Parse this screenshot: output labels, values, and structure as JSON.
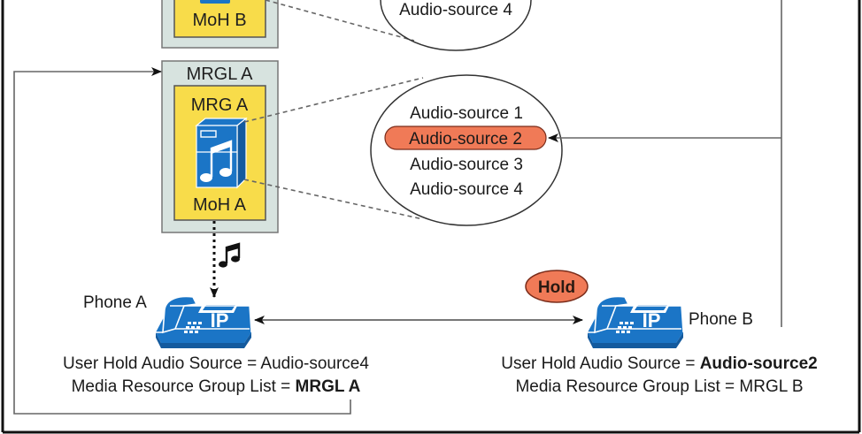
{
  "colors": {
    "mrgl_fill": "#d7e3df",
    "mrg_fill": "#f8dc4a",
    "device_blue": "#1b75c6",
    "highlight_fill": "#f07a57",
    "line": "#555555",
    "frame": "#111111"
  },
  "mrgl_b": {
    "moh_label": "MoH B",
    "ellipse_items": [
      "Audio-source 4"
    ]
  },
  "mrgl_a": {
    "label": "MRGL A",
    "mrg_label": "MRG A",
    "moh_label": "MoH A",
    "moh_icon": "music-server-icon"
  },
  "audio_sources": {
    "items": [
      "Audio-source 1",
      "Audio-source 2",
      "Audio-source 3",
      "Audio-source 4"
    ],
    "selected": "Audio-source 2"
  },
  "music_stream_icon": "music-note-icon",
  "hold_badge": "Hold",
  "phone_a": {
    "label": "Phone A",
    "icon": "ip-phone-icon",
    "icon_text": "IP",
    "hold_source_prefix": "User Hold Audio Source = ",
    "hold_source_value": "Audio-source4",
    "mrgl_prefix": "Media Resource Group List = ",
    "mrgl_value": "MRGL A"
  },
  "phone_b": {
    "label": "Phone B",
    "icon": "ip-phone-icon",
    "icon_text": "IP",
    "hold_source_prefix": "User Hold Audio Source = ",
    "hold_source_value": "Audio-source2",
    "mrgl_prefix": "Media Resource Group List = ",
    "mrgl_value": "MRGL B"
  }
}
